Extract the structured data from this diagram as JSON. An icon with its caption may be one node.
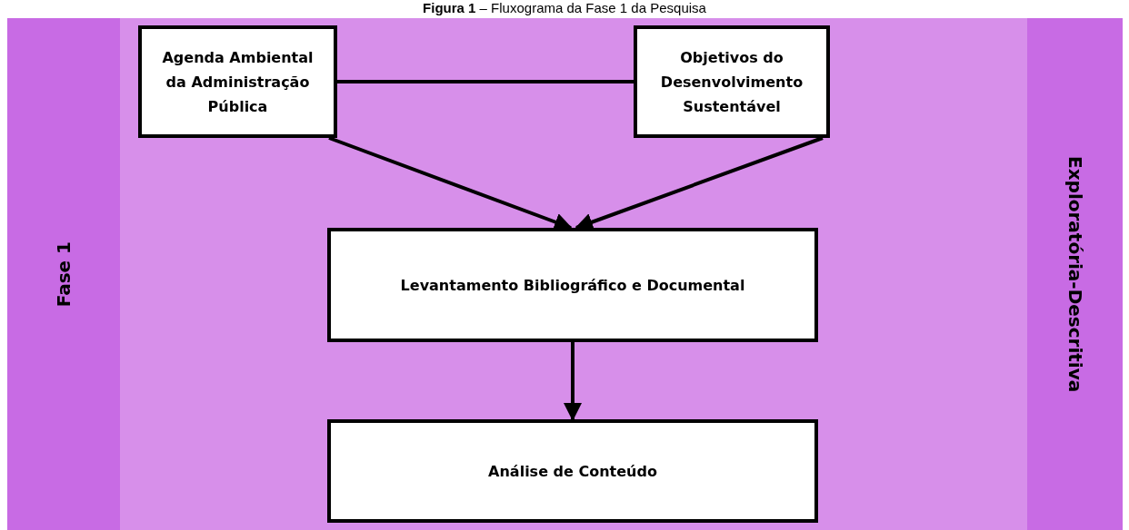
{
  "diagram": {
    "title": "**Figura 1** – Fluxograma da Fase 1 da Pesquisa",
    "nodes": [
      {
        "text": [
          "Fase 1"
        ]
      },
      {
        "text": [
          "Exploratória-Descritiva"
        ]
      },
      {
        "text": [
          "Agenda Ambiental da Administração Pública"
        ]
      },
      {
        "text": [
          "Objetivos do Desenvolvimento Sustentável"
        ]
      },
      {
        "text": [
          "Levantamento Bibliográfico e Documental"
        ]
      },
      {
        "text": [
          "Análise de Conteúdo"
        ]
      }
    ],
    "edges": [
      {
        "from": 2,
        "to": 3,
        "arrow": "none"
      },
      {
        "from": 2,
        "to": 4,
        "arrow": "to"
      },
      {
        "from": 3,
        "to": 4,
        "arrow": "to"
      },
      {
        "from": 4,
        "to": 5,
        "arrow": "to"
      }
    ]
  }
}
